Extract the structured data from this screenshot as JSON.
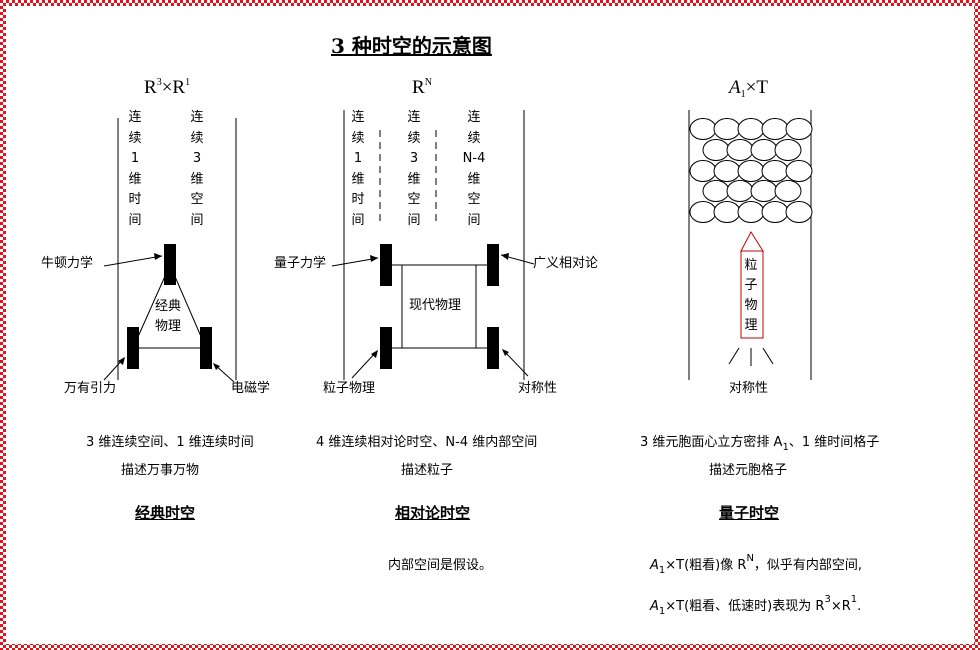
{
  "title": "3 种时空的示意图",
  "classical": {
    "header": {
      "base": "R",
      "sup1": "3",
      "times": "×",
      "base2": "R",
      "sup2": "1"
    },
    "col_time": [
      "连",
      "续",
      "1",
      "维",
      "时",
      "间"
    ],
    "col_space": [
      "连",
      "续",
      "3",
      "维",
      "空",
      "间"
    ],
    "labels": {
      "newton": "牛顿力学",
      "gravity": "万有引力",
      "em": "电磁学",
      "center": "经典",
      "center2": "物理"
    },
    "desc1": "3 维连续空间、1 维连续时间",
    "desc2": "描述万事万物",
    "heading": "经典时空"
  },
  "relativity": {
    "header": {
      "base": "R",
      "sup": "N"
    },
    "col_time": [
      "连",
      "续",
      "1",
      "维",
      "时",
      "间"
    ],
    "col_space": [
      "连",
      "续",
      "3",
      "维",
      "空",
      "间"
    ],
    "col_internal": [
      "连",
      "续",
      "N-4",
      "维",
      "空",
      "间"
    ],
    "labels": {
      "qm": "量子力学",
      "gr": "广义相对论",
      "particle": "粒子物理",
      "symmetry": "对称性",
      "center": "现代物理"
    },
    "desc1": "4 维连续相对论时空、N-4 维内部空间",
    "desc2": "描述粒子",
    "heading": "相对论时空",
    "note": "内部空间是假设。"
  },
  "quantum": {
    "header": {
      "base": "A",
      "sub": "1",
      "times": "×",
      "base2": "T"
    },
    "particle_label": [
      "粒",
      "子",
      "物",
      "理"
    ],
    "symmetry": "对称性",
    "desc1": "3 维元胞面心立方密排 A",
    "desc1_sub": "1",
    "desc1_tail": "、1 维时间格子",
    "desc2": "描述元胞格子",
    "heading": "量子时空",
    "note1_prefix": "A",
    "note1_sub": "1",
    "note1_text": "×T(粗看)像 R",
    "note1_sup": "N",
    "note1_tail": "，似乎有内部空间,",
    "note2_prefix": "A",
    "note2_sub": "1",
    "note2_text": "×T(粗看、低速时)表现为 R",
    "note2_sup1": "3",
    "note2_mid": "×R",
    "note2_sup2": "1",
    "note2_tail": "."
  },
  "colors": {
    "border_red": "#e0141a",
    "particle_box": "#c00000"
  }
}
